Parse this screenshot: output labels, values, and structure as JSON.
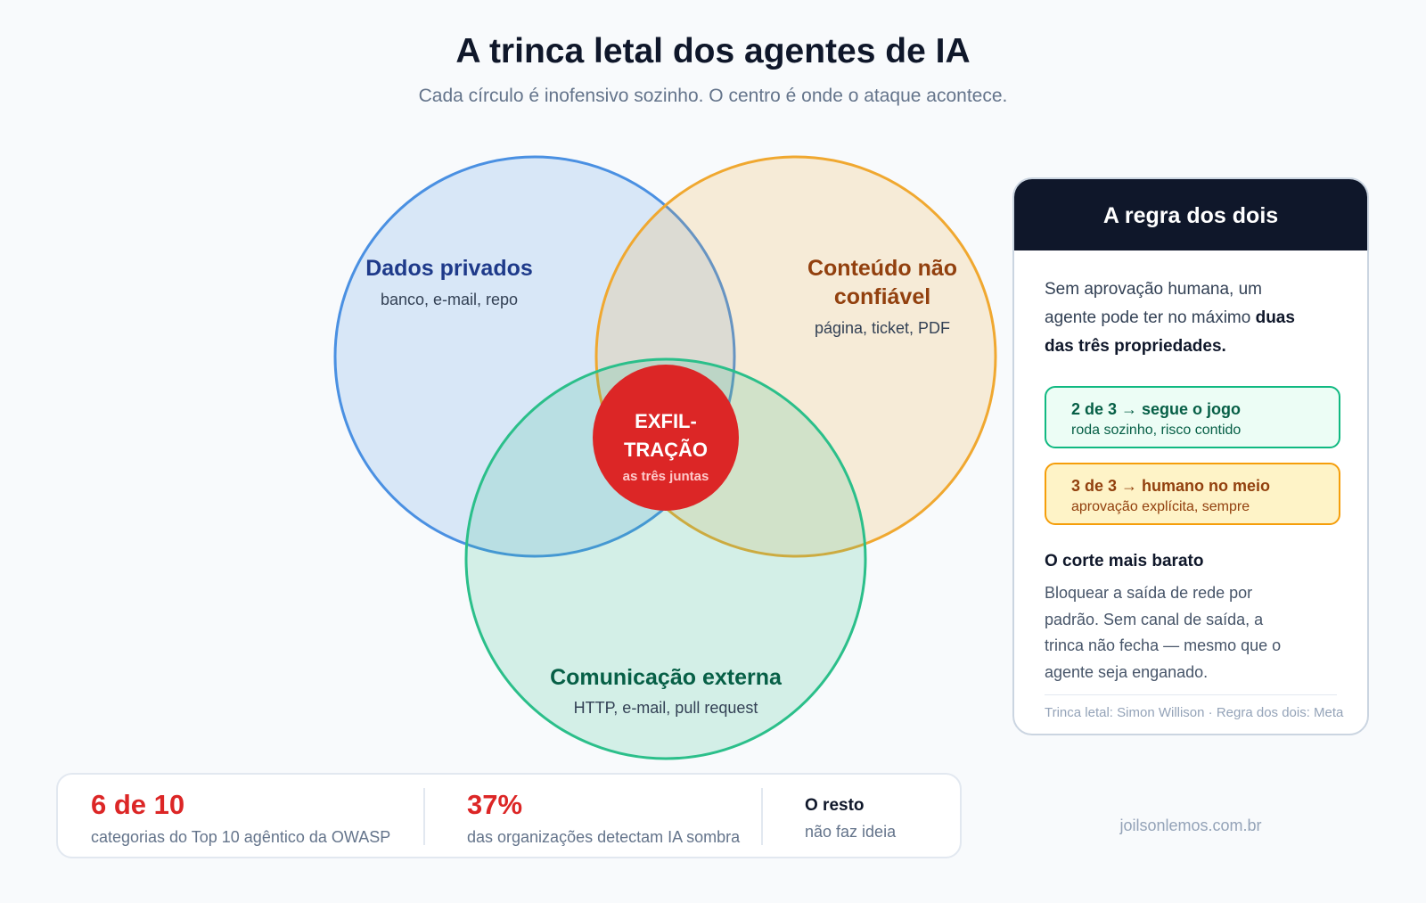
{
  "header": {
    "title": "A trinca letal dos agentes de IA",
    "subtitle": "Cada círculo é inofensivo sozinho. O centro é onde o ataque acontece."
  },
  "venn": {
    "circles": [
      {
        "title": "Dados privados",
        "subtitle": "banco, e-mail, repo",
        "color": "#4a90e2"
      },
      {
        "title_line1": "Conteúdo não",
        "title_line2": "confiável",
        "subtitle": "página, ticket, PDF",
        "color": "#f0a830"
      },
      {
        "title": "Comunicação externa",
        "subtitle": "HTTP, e-mail, pull request",
        "color": "#2bbf8a"
      }
    ],
    "center": {
      "line1": "EXFIL-",
      "line2": "TRAÇÃO",
      "sub": "as três juntas",
      "color": "#dc2626"
    }
  },
  "rule_card": {
    "title": "A regra dos dois",
    "intro": "Sem aprovação humana, um agente pode ter no máximo",
    "intro_bold": "duas das três propriedades.",
    "rules": [
      {
        "title": "2 de 3 → segue o jogo",
        "sub": "roda sozinho, risco contido"
      },
      {
        "title": "3 de 3 → humano no meio",
        "sub": "aprovação explícita, sempre"
      }
    ],
    "cut_title": "O corte mais barato",
    "cut_text": "Bloquear a saída de rede por padrão. Sem canal de saída, a trinca não fecha — mesmo que o agente seja enganado.",
    "credit": "Trinca letal: Simon Willison · Regra dos dois: Meta"
  },
  "stats": [
    {
      "value": "6 de 10",
      "label": "categorias do Top 10 agêntico da OWASP"
    },
    {
      "value": "37%",
      "label": "das organizações detectam IA sombra"
    },
    {
      "value": "O resto",
      "label": "não faz ideia"
    }
  ],
  "footer": {
    "site": "joilsonlemos.com.br"
  }
}
